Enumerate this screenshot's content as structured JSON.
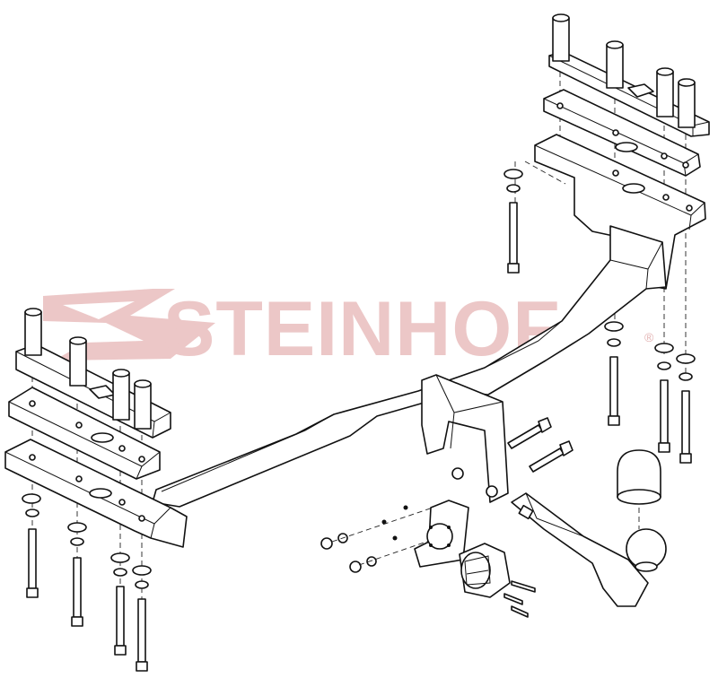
{
  "brand": {
    "watermark": "STEINHOF",
    "registered_mark": "®",
    "watermark_color": "#ecc7c7"
  },
  "icons": {
    "main_bar": "tow-bar-crossbeam",
    "ball": "tow-ball-neck",
    "cover": "ball-cover-cap",
    "socket": "7-pin-electrical-socket",
    "plate": "socket-mounting-plate"
  }
}
